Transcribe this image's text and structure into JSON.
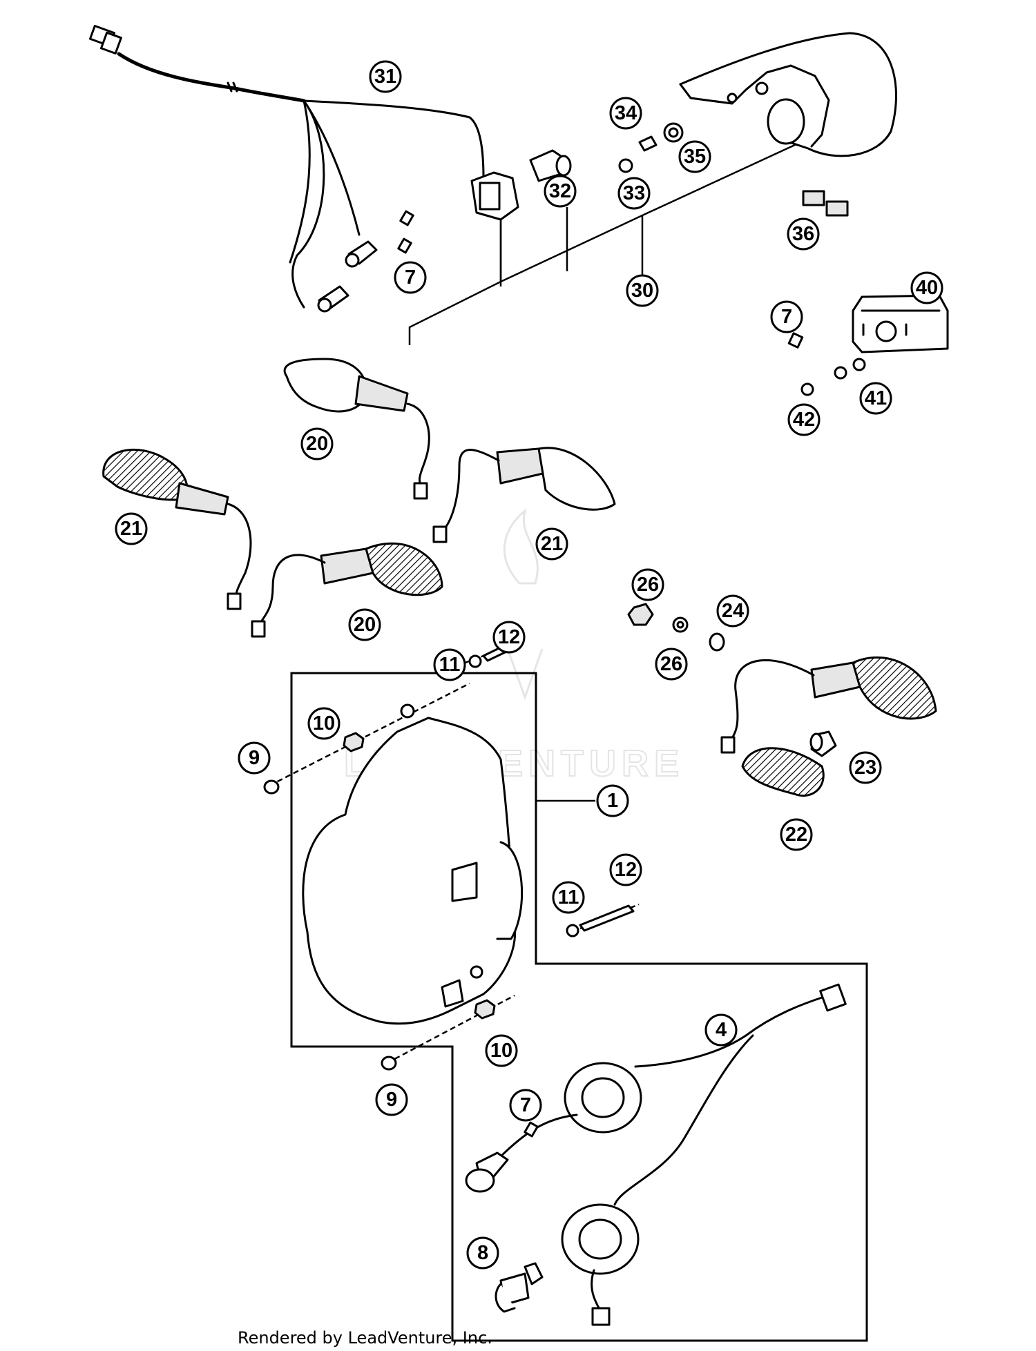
{
  "watermark": "LEADVENTURE",
  "footer_text": "Rendered by LeadVenture, Inc.",
  "callouts": [
    "31",
    "34",
    "35",
    "32",
    "33",
    "36",
    "7",
    "30",
    "40",
    "7",
    "41",
    "42",
    "20",
    "21",
    "21",
    "20",
    "26",
    "24",
    "26",
    "12",
    "11",
    "10",
    "9",
    "1",
    "23",
    "22",
    "12",
    "11",
    "4",
    "10",
    "9",
    "7",
    "8"
  ]
}
